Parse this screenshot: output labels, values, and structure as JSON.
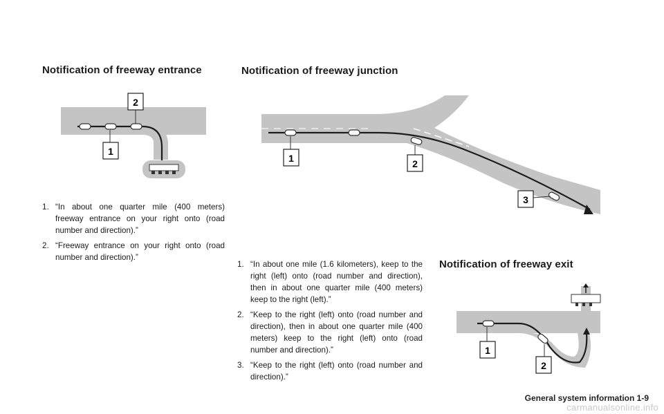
{
  "sections": {
    "entrance": {
      "heading": "Notification of freeway entrance",
      "callouts": [
        "1",
        "2"
      ],
      "items": [
        {
          "num": "1.",
          "text": "“In about one quarter mile (400 meters) freeway entrance on your right onto (road number and direction).”"
        },
        {
          "num": "2.",
          "text": "“Freeway entrance on your right onto (road number and direction).”"
        }
      ]
    },
    "junction": {
      "heading": "Notification of freeway junction",
      "callouts": [
        "1",
        "2",
        "3"
      ],
      "items": [
        {
          "num": "1.",
          "text": "“In about one mile (1.6 kilometers), keep to the right (left) onto (road number and direction), then in about one quarter mile (400 meters) keep to the right (left).”"
        },
        {
          "num": "2.",
          "text": "“Keep to the right (left) onto (road number and direction), then in about one quarter mile (400 meters) keep to the right (left) onto (road number and direction).”"
        },
        {
          "num": "3.",
          "text": "“Keep to the right (left) onto (road number and direction).”"
        }
      ]
    },
    "exit": {
      "heading": "Notification of freeway exit",
      "callouts": [
        "1",
        "2"
      ]
    }
  },
  "footer": "General system information   1-9",
  "watermark": "carmanualsonline.info"
}
